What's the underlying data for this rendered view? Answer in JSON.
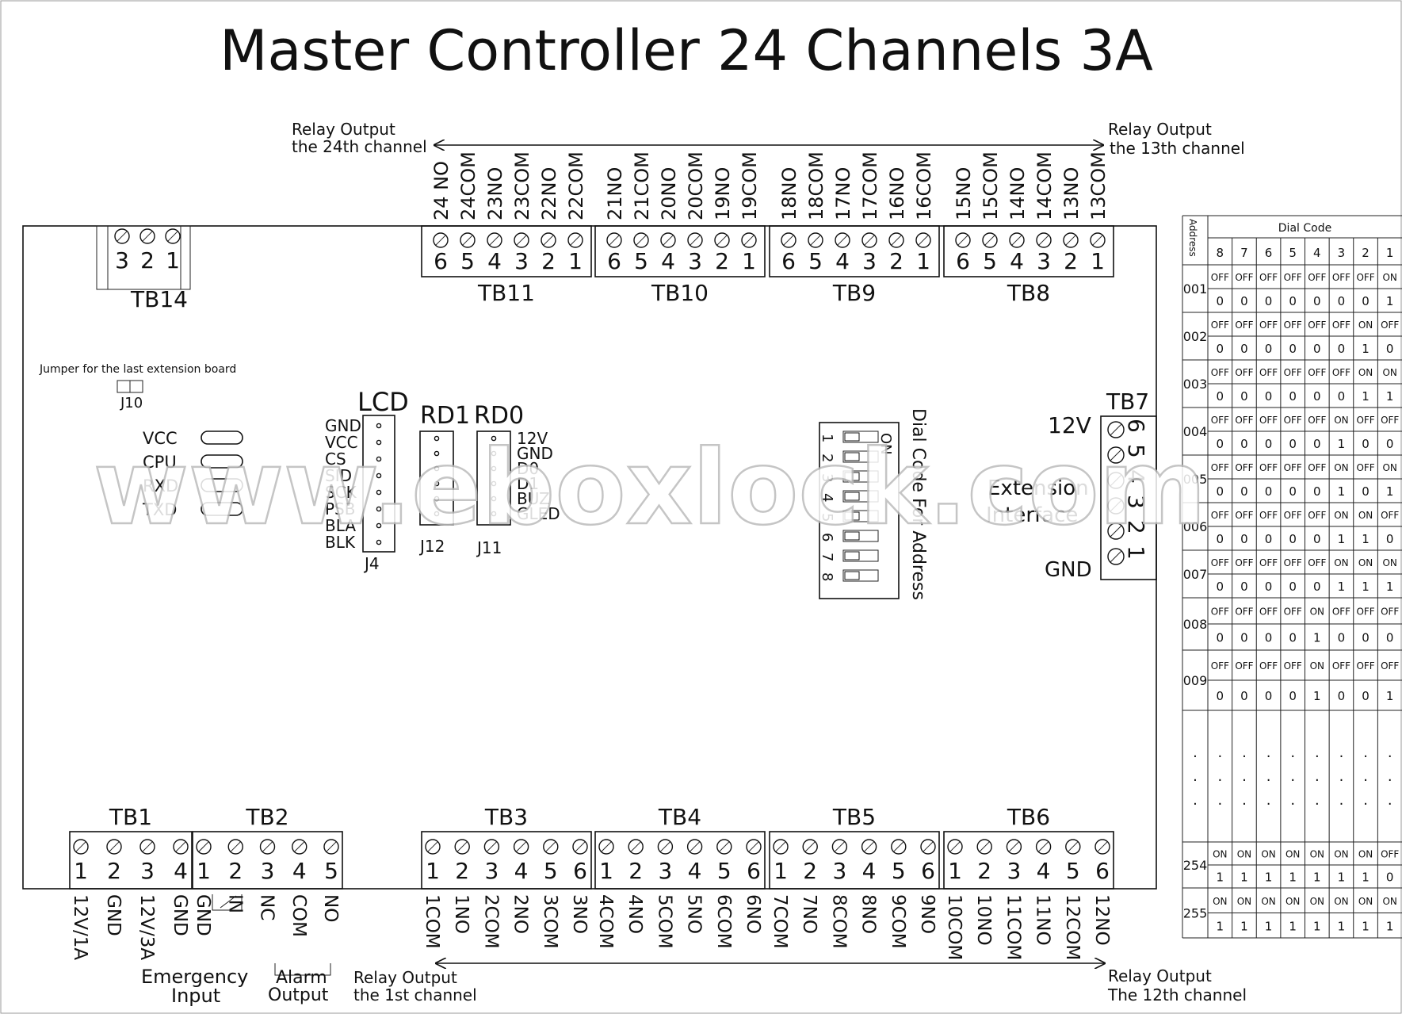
{
  "title": "Master Controller 24 Channels 3A",
  "watermark": "www.eboxlock.com",
  "arrows": {
    "top_left": [
      "Relay Output",
      "the 24th channel"
    ],
    "top_right": [
      "Relay Output",
      "the 13th channel"
    ],
    "bottom_left": [
      "Relay Output",
      "the 1st channel"
    ],
    "bottom_right": [
      "Relay Output",
      "The 12th channel"
    ]
  },
  "top_blocks": [
    {
      "name": "TB11",
      "labels": [
        "24 NO",
        "24COM",
        "23NO",
        "23COM",
        "22NO",
        "22COM"
      ],
      "numbers": [
        "6",
        "5",
        "4",
        "3",
        "2",
        "1"
      ]
    },
    {
      "name": "TB10",
      "labels": [
        "21NO",
        "21COM",
        "20NO",
        "20COM",
        "19NO",
        "19COM"
      ],
      "numbers": [
        "6",
        "5",
        "4",
        "3",
        "2",
        "1"
      ]
    },
    {
      "name": "TB9",
      "labels": [
        "18NO",
        "18COM",
        "17NO",
        "17COM",
        "16NO",
        "16COM"
      ],
      "numbers": [
        "6",
        "5",
        "4",
        "3",
        "2",
        "1"
      ]
    },
    {
      "name": "TB8",
      "labels": [
        "15NO",
        "15COM",
        "14NO",
        "14COM",
        "13NO",
        "13COM"
      ],
      "numbers": [
        "6",
        "5",
        "4",
        "3",
        "2",
        "1"
      ]
    }
  ],
  "bottom_blocks": [
    {
      "name": "TB1",
      "numbers": [
        "1",
        "2",
        "3",
        "4"
      ],
      "labels": [
        "12V/1A",
        "GND",
        "12V/3A",
        "GND"
      ]
    },
    {
      "name": "TB2",
      "numbers": [
        "1",
        "2",
        "3",
        "4",
        "5"
      ],
      "labels": [
        "GND",
        "IN",
        "NC",
        "COM",
        "NO"
      ]
    },
    {
      "name": "TB3",
      "numbers": [
        "1",
        "2",
        "3",
        "4",
        "5",
        "6"
      ],
      "labels": [
        "1COM",
        "1NO",
        "2COM",
        "2NO",
        "3COM",
        "3NO"
      ]
    },
    {
      "name": "TB4",
      "numbers": [
        "1",
        "2",
        "3",
        "4",
        "5",
        "6"
      ],
      "labels": [
        "4COM",
        "4NO",
        "5COM",
        "5NO",
        "6COM",
        "6NO"
      ]
    },
    {
      "name": "TB5",
      "numbers": [
        "1",
        "2",
        "3",
        "4",
        "5",
        "6"
      ],
      "labels": [
        "7COM",
        "7NO",
        "8COM",
        "8NO",
        "9COM",
        "9NO"
      ]
    },
    {
      "name": "TB6",
      "numbers": [
        "1",
        "2",
        "3",
        "4",
        "5",
        "6"
      ],
      "labels": [
        "10COM",
        "10NO",
        "11COM",
        "11NO",
        "12COM",
        "12NO"
      ]
    }
  ],
  "tb14": {
    "name": "TB14",
    "numbers": [
      "3",
      "2",
      "1"
    ]
  },
  "tb7": {
    "name": "TB7",
    "numbers": [
      "6",
      "5",
      "4",
      "3",
      "2",
      "1"
    ],
    "label_12v": "12V",
    "label_ext1": "Extension",
    "label_ext2": "Interface",
    "label_gnd": "GND"
  },
  "jumper": {
    "text": "Jumper for the last extension board",
    "name": "J10"
  },
  "leds": [
    "VCC",
    "CPU",
    "RXD",
    "TXD"
  ],
  "lcd": {
    "title": "LCD",
    "pins": [
      "GND",
      "VCC",
      "CS",
      "SID",
      "SCK",
      "PSB",
      "BLA",
      "BLK"
    ],
    "name": "J4"
  },
  "rd1": {
    "title": "RD1",
    "name": "J12"
  },
  "rd0": {
    "title": "RD0",
    "pins": [
      "12V",
      "GND",
      "D0",
      "D1",
      "BUZ",
      "GLED"
    ],
    "name": "J11"
  },
  "dip": {
    "on_label": "ON",
    "numbers": [
      "1",
      "2",
      "3",
      "4",
      "5",
      "6",
      "7",
      "8"
    ],
    "caption": "Dial Code For Address"
  },
  "emergency": [
    "Emergency",
    "Input"
  ],
  "alarm": [
    "Alarm",
    "Output"
  ],
  "dial_table": {
    "address_header": "Address",
    "dial_header": "Dial Code",
    "columns": [
      "8",
      "7",
      "6",
      "5",
      "4",
      "3",
      "2",
      "1"
    ],
    "rows": [
      {
        "address": "001",
        "states": [
          "OFF",
          "OFF",
          "OFF",
          "OFF",
          "OFF",
          "OFF",
          "OFF",
          "ON"
        ],
        "bits": [
          "0",
          "0",
          "0",
          "0",
          "0",
          "0",
          "0",
          "1"
        ]
      },
      {
        "address": "002",
        "states": [
          "OFF",
          "OFF",
          "OFF",
          "OFF",
          "OFF",
          "OFF",
          "ON",
          "OFF"
        ],
        "bits": [
          "0",
          "0",
          "0",
          "0",
          "0",
          "0",
          "1",
          "0"
        ]
      },
      {
        "address": "003",
        "states": [
          "OFF",
          "OFF",
          "OFF",
          "OFF",
          "OFF",
          "OFF",
          "ON",
          "ON"
        ],
        "bits": [
          "0",
          "0",
          "0",
          "0",
          "0",
          "0",
          "1",
          "1"
        ]
      },
      {
        "address": "004",
        "states": [
          "OFF",
          "OFF",
          "OFF",
          "OFF",
          "OFF",
          "ON",
          "OFF",
          "OFF"
        ],
        "bits": [
          "0",
          "0",
          "0",
          "0",
          "0",
          "1",
          "0",
          "0"
        ]
      },
      {
        "address": "005",
        "states": [
          "OFF",
          "OFF",
          "OFF",
          "OFF",
          "OFF",
          "ON",
          "OFF",
          "ON"
        ],
        "bits": [
          "0",
          "0",
          "0",
          "0",
          "0",
          "1",
          "0",
          "1"
        ]
      },
      {
        "address": "006",
        "states": [
          "OFF",
          "OFF",
          "OFF",
          "OFF",
          "OFF",
          "ON",
          "ON",
          "OFF"
        ],
        "bits": [
          "0",
          "0",
          "0",
          "0",
          "0",
          "1",
          "1",
          "0"
        ]
      },
      {
        "address": "007",
        "states": [
          "OFF",
          "OFF",
          "OFF",
          "OFF",
          "OFF",
          "ON",
          "ON",
          "ON"
        ],
        "bits": [
          "0",
          "0",
          "0",
          "0",
          "0",
          "1",
          "1",
          "1"
        ]
      },
      {
        "address": "008",
        "states": [
          "OFF",
          "OFF",
          "OFF",
          "OFF",
          "ON",
          "OFF",
          "OFF",
          "OFF"
        ],
        "bits": [
          "0",
          "0",
          "0",
          "0",
          "1",
          "0",
          "0",
          "0"
        ]
      },
      {
        "address": "009",
        "states": [
          "OFF",
          "OFF",
          "OFF",
          "OFF",
          "ON",
          "OFF",
          "OFF",
          "OFF"
        ],
        "bits": [
          "0",
          "0",
          "0",
          "0",
          "1",
          "0",
          "0",
          "1"
        ]
      }
    ],
    "ellipsis": ".",
    "tail_rows": [
      {
        "address": "254",
        "states": [
          "ON",
          "ON",
          "ON",
          "ON",
          "ON",
          "ON",
          "ON",
          "OFF"
        ],
        "bits": [
          "1",
          "1",
          "1",
          "1",
          "1",
          "1",
          "1",
          "0"
        ]
      },
      {
        "address": "255",
        "states": [
          "ON",
          "ON",
          "ON",
          "ON",
          "ON",
          "ON",
          "ON",
          "ON"
        ],
        "bits": [
          "1",
          "1",
          "1",
          "1",
          "1",
          "1",
          "1",
          "1"
        ]
      }
    ]
  }
}
